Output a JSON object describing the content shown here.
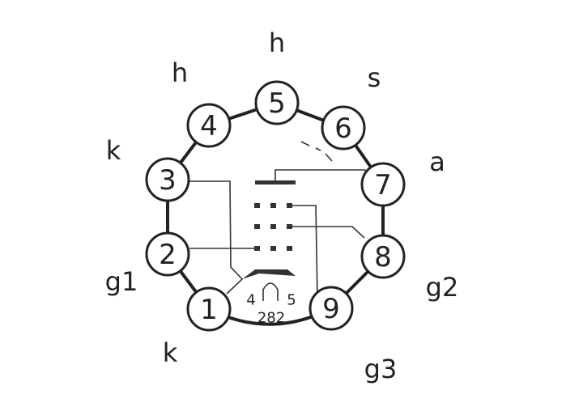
{
  "pins": [
    {
      "number": "1",
      "label": "k"
    },
    {
      "number": "2",
      "label": "g1"
    },
    {
      "number": "3",
      "label": "k"
    },
    {
      "number": "4",
      "label": "h"
    },
    {
      "number": "5",
      "label": "h"
    },
    {
      "number": "6",
      "label": "s"
    },
    {
      "number": "7",
      "label": "a"
    },
    {
      "number": "8",
      "label": "g2"
    },
    {
      "number": "9",
      "label": "g3"
    }
  ],
  "heater": {
    "left": "4",
    "right": "5",
    "code": "282"
  }
}
